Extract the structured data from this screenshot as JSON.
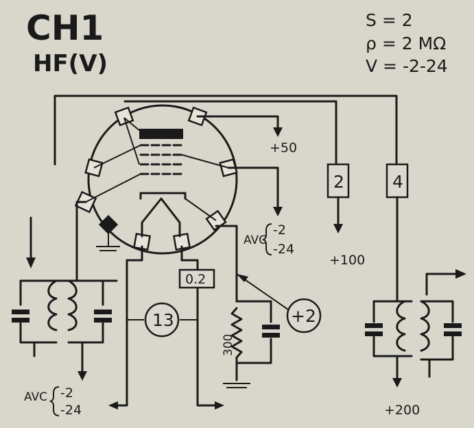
{
  "tube": {
    "name": "CH1",
    "function": "HF(V)"
  },
  "parameters": {
    "s": "S = 2",
    "rho": "ρ = 2 MΩ",
    "v": "V = -2-24"
  },
  "voltages": {
    "screen": "+50",
    "plus100": "+100",
    "plus200": "+200",
    "cathode": "+2"
  },
  "boxes": {
    "b2": "2",
    "b4": "4",
    "b02": "0.2",
    "b13": "13"
  },
  "avc": {
    "label": "AVC",
    "v1": "-2",
    "v2": "-24"
  },
  "resistor": "300"
}
